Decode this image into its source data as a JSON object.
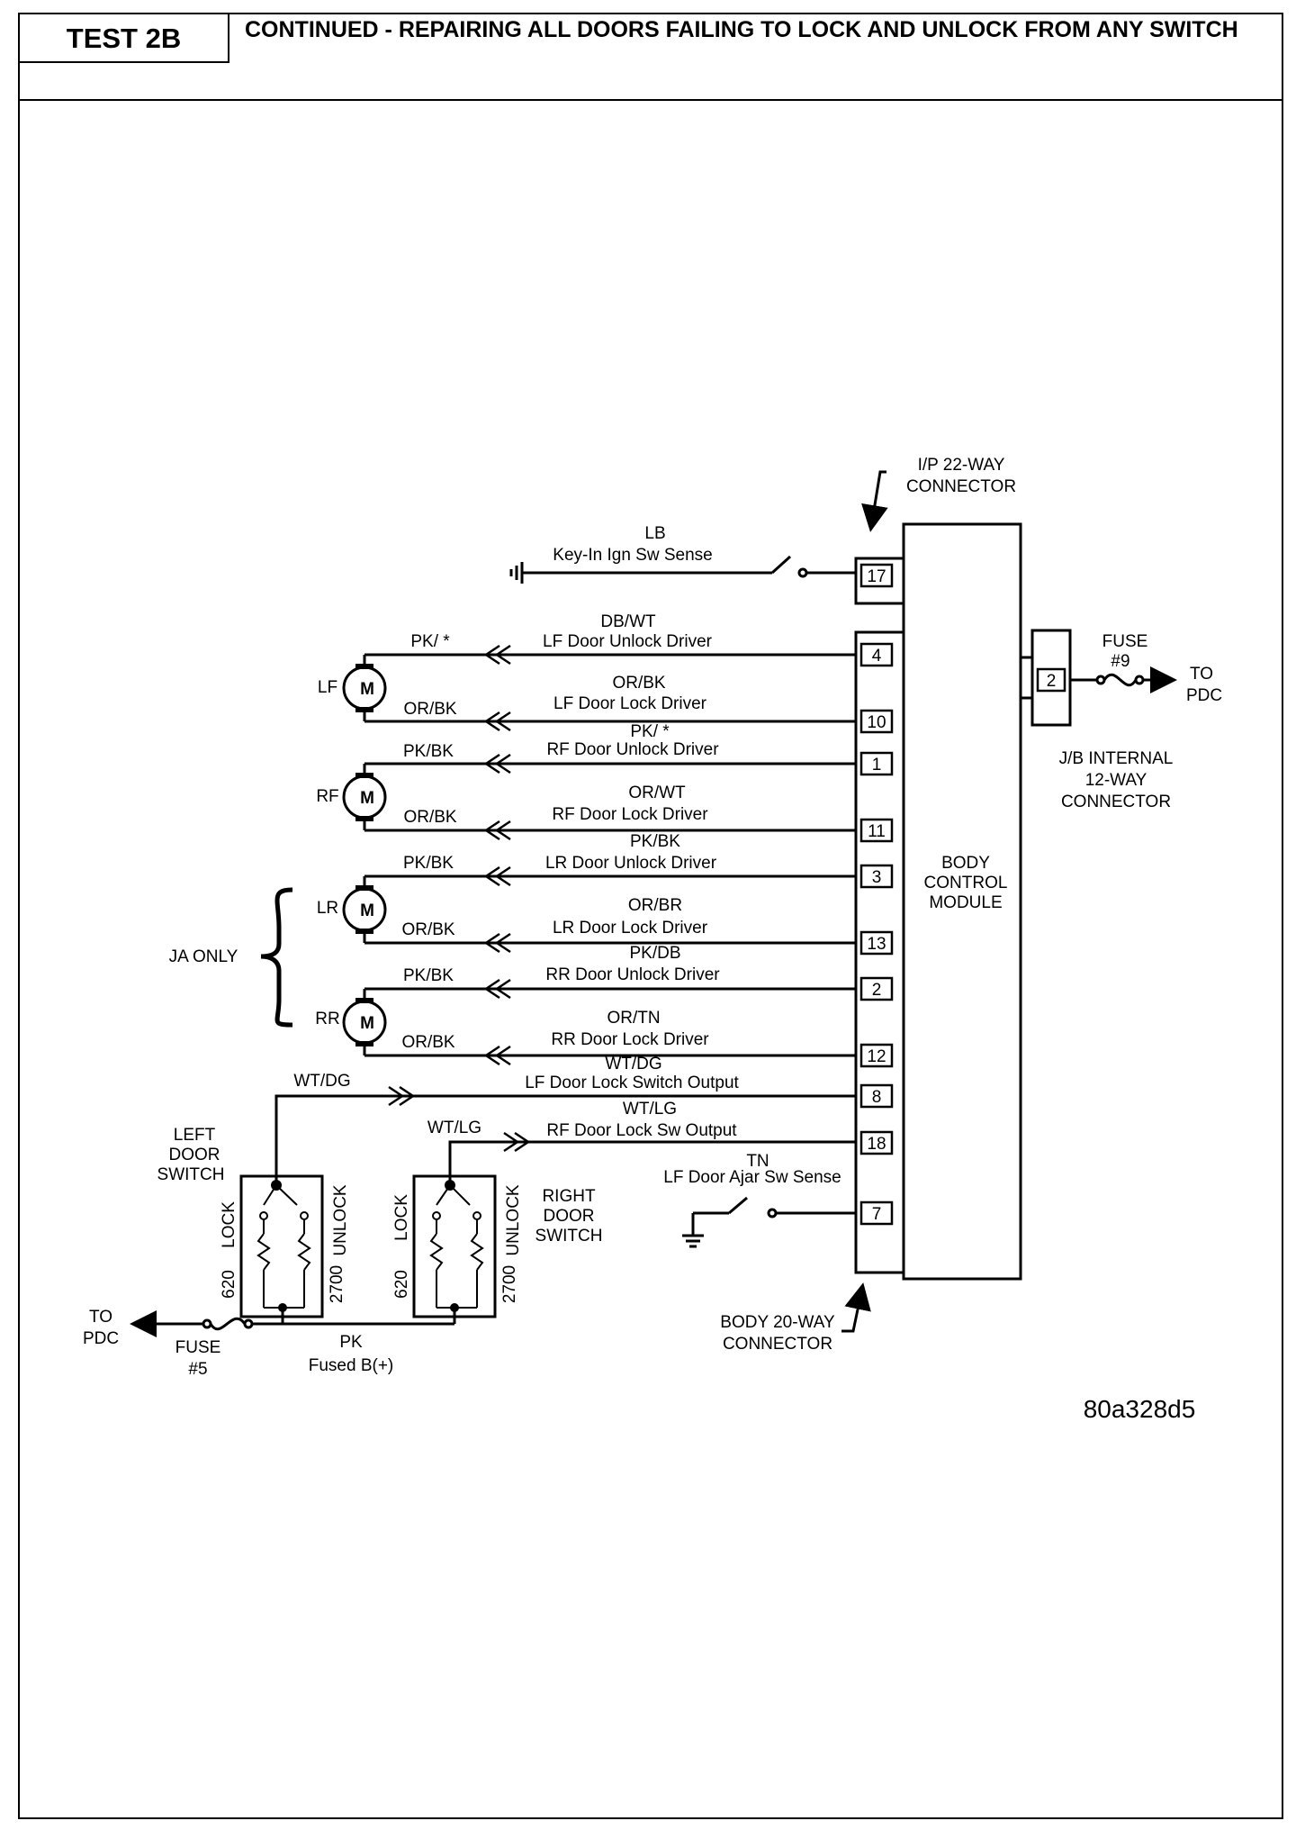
{
  "header": {
    "test_label": "TEST 2B",
    "title": "CONTINUED - REPAIRING ALL DOORS FAILING TO LOCK AND UNLOCK FROM ANY SWITCH"
  },
  "connectors": {
    "ip_22way": [
      "I/P 22-WAY",
      "CONNECTOR"
    ],
    "body_20way": [
      "BODY 20-WAY",
      "CONNECTOR"
    ],
    "jb_internal": [
      "J/B INTERNAL",
      "12-WAY",
      "CONNECTOR"
    ]
  },
  "module": {
    "lines": [
      "BODY",
      "CONTROL",
      "MODULE"
    ]
  },
  "fuse9": {
    "label": [
      "FUSE",
      "#9"
    ],
    "pin": "2",
    "to": [
      "TO",
      "PDC"
    ]
  },
  "fuse5": {
    "label": [
      "FUSE",
      "#5"
    ],
    "to": [
      "TO",
      "PDC"
    ]
  },
  "power": {
    "wire": "PK",
    "label": "Fused B(+)"
  },
  "circuits": [
    {
      "pin": "17",
      "color": "LB",
      "desc": "Key-In Ign Sw Sense"
    },
    {
      "pin": "4",
      "color": "DB/WT",
      "desc": "LF Door Unlock Driver",
      "motor_side": "PK/ *"
    },
    {
      "pin": "10",
      "color": "OR/BK",
      "desc": "LF Door Lock Driver",
      "motor_side": "OR/BK"
    },
    {
      "pin": "1",
      "color": "PK/ *",
      "desc": "RF Door Unlock Driver",
      "motor_side": "PK/BK"
    },
    {
      "pin": "11",
      "color": "OR/WT",
      "desc": "RF Door Lock Driver",
      "motor_side": "OR/BK"
    },
    {
      "pin": "3",
      "color": "PK/BK",
      "desc": "LR Door Unlock Driver",
      "motor_side": "PK/BK"
    },
    {
      "pin": "13",
      "color": "OR/BR",
      "desc": "LR Door Lock Driver",
      "motor_side": "OR/BK"
    },
    {
      "pin": "2",
      "color": "PK/DB",
      "desc": "RR Door Unlock Driver",
      "motor_side": "PK/BK"
    },
    {
      "pin": "12",
      "color": "OR/TN",
      "desc": "RR Door Lock Driver",
      "motor_side": "OR/BK"
    },
    {
      "pin": "8",
      "color": "WT/DG",
      "desc": "LF Door Lock Switch Output",
      "switch_side": "WT/DG"
    },
    {
      "pin": "18",
      "color": "WT/LG",
      "desc": "RF Door Lock Sw Output",
      "switch_side": "WT/LG"
    },
    {
      "pin": "7",
      "color": "TN",
      "desc": "LF Door Ajar Sw Sense"
    }
  ],
  "motors": {
    "symbol": "M",
    "labels": [
      "LF",
      "RF",
      "LR",
      "RR"
    ]
  },
  "ja_only": "JA ONLY",
  "left_switch": {
    "label": [
      "LEFT",
      "DOOR",
      "SWITCH"
    ],
    "lock": "LOCK",
    "unlock": "UNLOCK",
    "r1": "620",
    "r2": "2700"
  },
  "right_switch": {
    "label": [
      "RIGHT",
      "DOOR",
      "SWITCH"
    ],
    "lock": "LOCK",
    "unlock": "UNLOCK",
    "r1": "620",
    "r2": "2700"
  },
  "figure_id": "80a328d5"
}
